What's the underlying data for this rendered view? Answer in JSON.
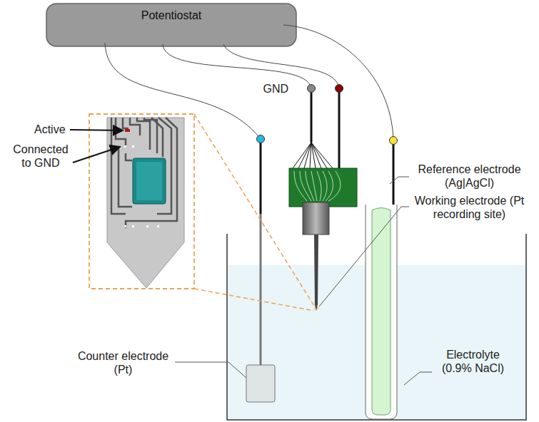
{
  "diagram": {
    "nodes": [
      {
        "text": [
          "Potentiostat"
        ]
      }
    ],
    "labels": [
      "GND",
      "Active",
      "Connected to GND",
      "Reference electrode (Ag|AgCl)",
      "Working electrode (Pt recording site)",
      "Counter electrode (Pt)",
      "Electrolyte (0.9% NaCl)"
    ]
  }
}
